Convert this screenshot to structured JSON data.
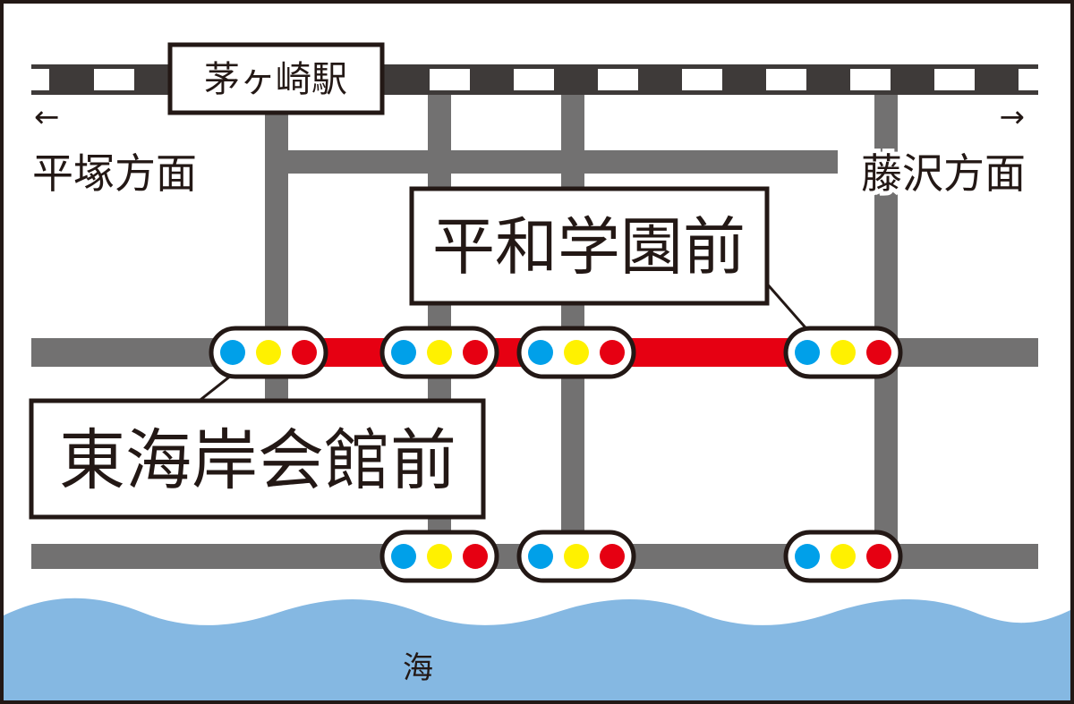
{
  "colors": {
    "frame": "#231815",
    "rail": "#3e3a39",
    "road": "#727171",
    "highlight_road": "#e60012",
    "sea": "#85b8e2",
    "signal_blue": "#00a0e9",
    "signal_yellow": "#fff100",
    "signal_red": "#e60012"
  },
  "station": {
    "label": "茅ヶ崎駅"
  },
  "directions": {
    "left": {
      "arrow": "←",
      "label": "平塚方面"
    },
    "right": {
      "arrow": "→",
      "label": "藤沢方面"
    }
  },
  "stops": [
    {
      "label": "平和学園前"
    },
    {
      "label": "東海岸会館前"
    }
  ],
  "sea": {
    "label": "海"
  },
  "icons": {
    "signal": "traffic-signal-icon"
  }
}
